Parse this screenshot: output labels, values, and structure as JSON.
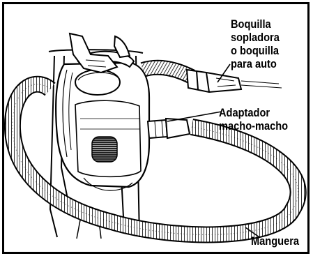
{
  "labels": {
    "nozzle": [
      "Boquilla",
      "sopladora",
      "o boquilla",
      "para auto"
    ],
    "adapter": [
      "Adaptador",
      "macho-macho"
    ],
    "hose": "Manguera"
  },
  "colors": {
    "ink": "#000000",
    "paper": "#ffffff"
  }
}
